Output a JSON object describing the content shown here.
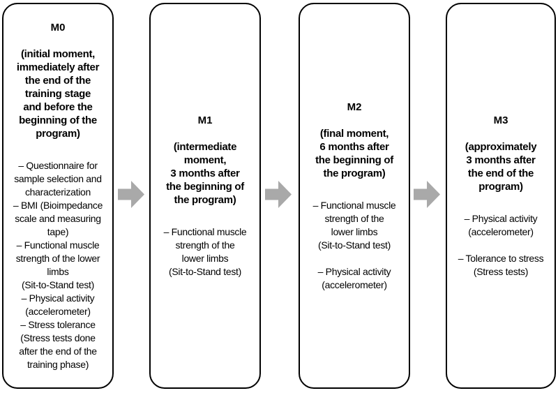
{
  "diagram": {
    "description": "Study timeline flow diagram with four assessment moments",
    "colors": {
      "background": "#ffffff",
      "box_border": "#000000",
      "box_fill": "#ffffff",
      "text": "#000000",
      "arrow": "#a9a9a9"
    },
    "boxes": [
      {
        "id": "M0",
        "title": "M0",
        "subtitle": "(initial moment,\nimmediately after\nthe end of the\ntraining stage\nand before the\nbeginning of the\nprogram)",
        "items": [
          "– Questionnaire for\nsample selection and\ncharacterization",
          "– BMI (Bioimpedance\nscale and measuring\ntape)",
          "– Functional muscle\nstrength of the lower\nlimbs\n(Sit-to-Stand test)",
          "– Physical activity\n(accelerometer)",
          "– Stress tolerance\n(Stress tests done\nafter the end of the\ntraining phase)"
        ]
      },
      {
        "id": "M1",
        "title": "M1",
        "subtitle": "(intermediate\nmoment,\n3 months after\nthe beginning of\nthe program)",
        "items": [
          "– Functional muscle\nstrength of the\nlower limbs\n(Sit-to-Stand test)"
        ]
      },
      {
        "id": "M2",
        "title": "M2",
        "subtitle": "(final moment,\n6 months after\nthe beginning of\nthe program)",
        "items": [
          "– Functional muscle\nstrength of the\nlower limbs\n(Sit-to-Stand test)",
          "– Physical activity\n(accelerometer)"
        ]
      },
      {
        "id": "M3",
        "title": "M3",
        "subtitle": "(approximately\n3 months after\nthe end of the\nprogram)",
        "items": [
          "– Physical activity\n(accelerometer)",
          "– Tolerance to stress\n(Stress tests)"
        ]
      }
    ]
  }
}
